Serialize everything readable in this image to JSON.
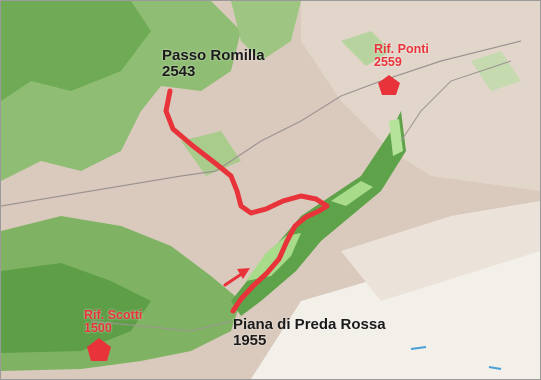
{
  "map": {
    "route_color": "#e8333a",
    "hut_color": "#e8333a",
    "places": [
      {
        "id": "passo-romilla",
        "name": "Passo Romilla",
        "elevation": "2543",
        "kind": "pass"
      },
      {
        "id": "piana-preda-rossa",
        "name": "Piana di Preda Rossa",
        "elevation": "1955",
        "kind": "plain"
      }
    ],
    "huts": [
      {
        "id": "rif-ponti",
        "name": "Rif. Ponti",
        "elevation": "2559",
        "icon": "pentagon-hut-icon"
      },
      {
        "id": "rif-scotti",
        "name": "Rif. Scotti",
        "elevation": "1500",
        "icon": "pentagon-hut-icon"
      }
    ],
    "route_direction_icon": "arrow-icon"
  }
}
